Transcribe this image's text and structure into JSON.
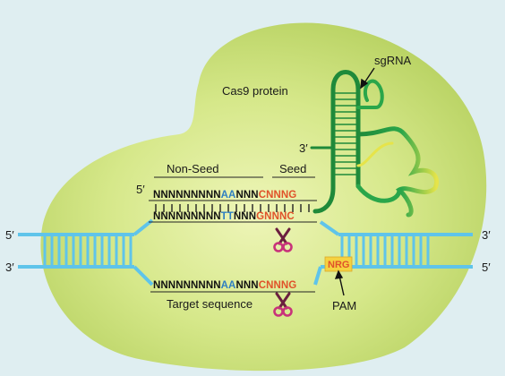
{
  "labels": {
    "sgrna": "sgRNA",
    "protein": "Cas9 protein",
    "three_prime_rna": "3′",
    "non_seed": "Non-Seed",
    "seed": "Seed",
    "five_prime_top": "5′",
    "left_five": "5′",
    "left_three": "3′",
    "right_three": "3′",
    "right_five": "5′",
    "pam_seq": "NRG",
    "pam": "PAM",
    "target_sequence": "Target sequence"
  },
  "sequences": {
    "guide": [
      {
        "text": "NNNNNNNNN",
        "color": "#111111"
      },
      {
        "text": "AA",
        "color": "#2f7fc1"
      },
      {
        "text": "NNN",
        "color": "#111111"
      },
      {
        "text": "CNNNG",
        "color": "#e0522a"
      }
    ],
    "complement": [
      {
        "text": "NNNNNNNNN",
        "color": "#111111"
      },
      {
        "text": "TT",
        "color": "#2f7fc1"
      },
      {
        "text": "NNN",
        "color": "#111111"
      },
      {
        "text": "GNNNC",
        "color": "#e0522a"
      }
    ],
    "target": [
      {
        "text": "NNNNNNNNN",
        "color": "#111111"
      },
      {
        "text": "AA",
        "color": "#2f7fc1"
      },
      {
        "text": "NNN",
        "color": "#111111"
      },
      {
        "text": "CNNNG",
        "color": "#e0522a"
      }
    ]
  },
  "colors": {
    "background": "#dfeef1",
    "protein": "#d3e57d",
    "dna": "#5fc4ea",
    "rna_dark": "#1f8a3a",
    "rna_light": "#8ccf3c",
    "rna_yellow": "#e6e44a",
    "pam_box": "#f6d240",
    "accent_red": "#e0522a",
    "scissors_blade": "#6b1f3f",
    "scissors_handle": "#c8337a"
  },
  "icons": [
    "scissors-icon",
    "arrow-icon"
  ]
}
